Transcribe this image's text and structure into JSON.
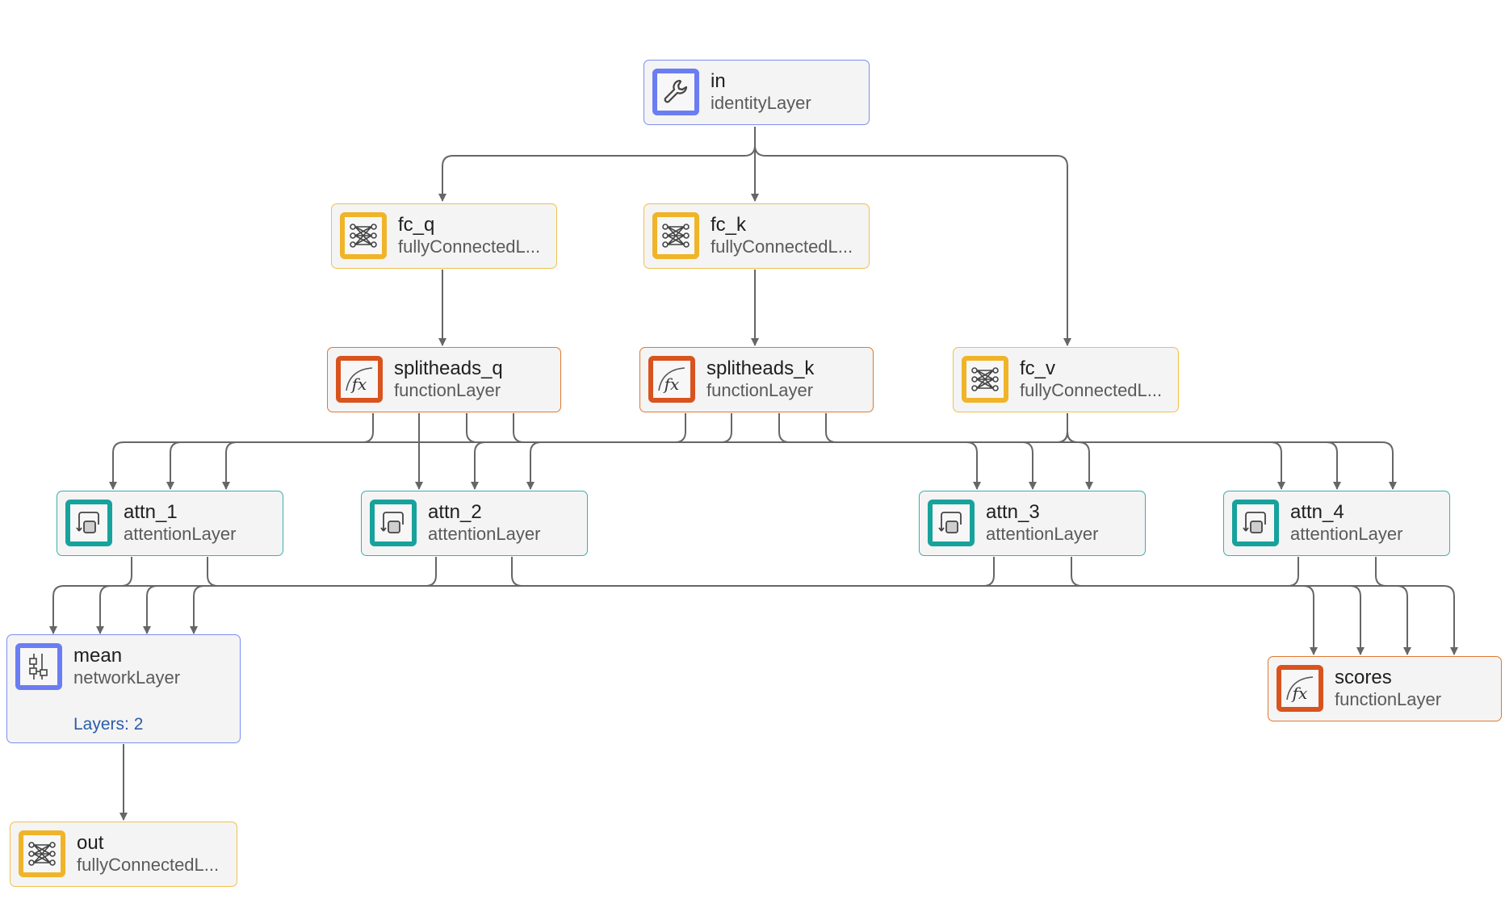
{
  "nodes": {
    "in": {
      "name": "in",
      "type": "identityLayer",
      "icon": "wrench-icon"
    },
    "fc_q": {
      "name": "fc_q",
      "type": "fullyConnectedL...",
      "icon": "fully-connected-icon"
    },
    "fc_k": {
      "name": "fc_k",
      "type": "fullyConnectedL...",
      "icon": "fully-connected-icon"
    },
    "splitheads_q": {
      "name": "splitheads_q",
      "type": "functionLayer",
      "icon": "function-fx-icon"
    },
    "splitheads_k": {
      "name": "splitheads_k",
      "type": "functionLayer",
      "icon": "function-fx-icon"
    },
    "fc_v": {
      "name": "fc_v",
      "type": "fullyConnectedL...",
      "icon": "fully-connected-icon"
    },
    "attn_1": {
      "name": "attn_1",
      "type": "attentionLayer",
      "icon": "attention-icon"
    },
    "attn_2": {
      "name": "attn_2",
      "type": "attentionLayer",
      "icon": "attention-icon"
    },
    "attn_3": {
      "name": "attn_3",
      "type": "attentionLayer",
      "icon": "attention-icon"
    },
    "attn_4": {
      "name": "attn_4",
      "type": "attentionLayer",
      "icon": "attention-icon"
    },
    "mean": {
      "name": "mean",
      "type": "networkLayer",
      "icon": "network-icon",
      "extra": "Layers: 2"
    },
    "scores": {
      "name": "scores",
      "type": "functionLayer",
      "icon": "function-fx-icon"
    },
    "out": {
      "name": "out",
      "type": "fullyConnectedL...",
      "icon": "fully-connected-icon"
    }
  },
  "colors": {
    "identity": "#6b7df3",
    "fullyConnected": "#f0b429",
    "function": "#d9531e",
    "attention": "#17a29c",
    "network": "#6b7df3",
    "edge": "#6a6a6a",
    "link": "#2a5da8"
  }
}
